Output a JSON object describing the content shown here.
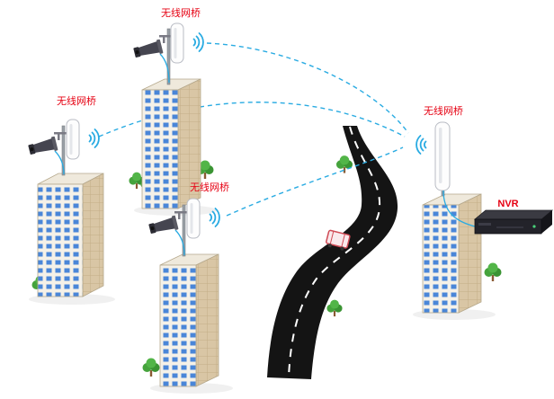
{
  "labels": {
    "bridge_top": "无线网桥",
    "bridge_left": "无线网桥",
    "bridge_middle": "无线网桥",
    "bridge_right": "无线网桥",
    "nvr": "NVR"
  },
  "colors": {
    "label-red": "#e60012",
    "link-blue": "#29abe2",
    "window-blue": "#4a86d8",
    "building-side": "#d9c6a5",
    "road-black": "#141414",
    "tree-green": "#45a33c",
    "nvr-dark": "#23232a"
  }
}
